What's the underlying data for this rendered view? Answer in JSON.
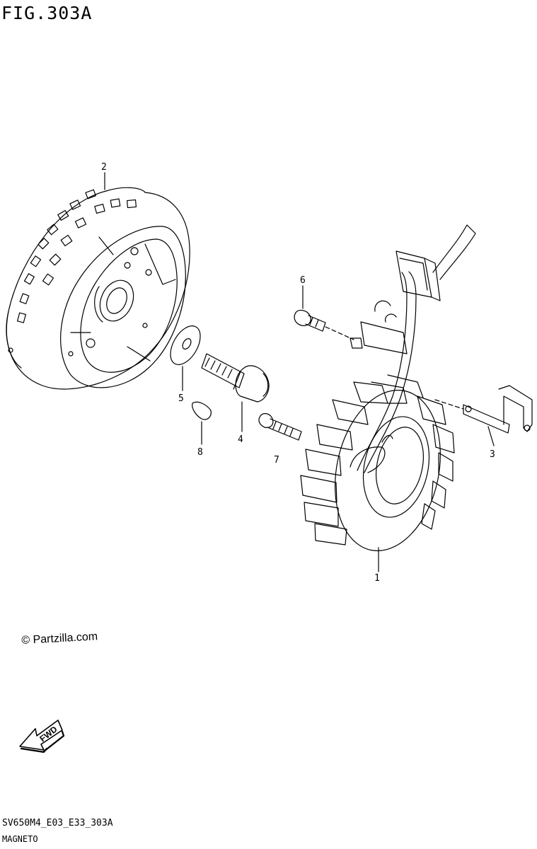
{
  "figure": {
    "title": "FIG.303A",
    "model_code": "SV650M4_E03_E33_303A",
    "assembly_name": "MAGNETO"
  },
  "watermark": "© Partzilla.com",
  "fwd_arrow_label": "FWD",
  "callouts": [
    {
      "id": "1",
      "label": "1"
    },
    {
      "id": "2",
      "label": "2"
    },
    {
      "id": "3",
      "label": "3"
    },
    {
      "id": "4",
      "label": "4"
    },
    {
      "id": "5",
      "label": "5"
    },
    {
      "id": "6",
      "label": "6"
    },
    {
      "id": "7",
      "label": "7"
    },
    {
      "id": "8",
      "label": "8"
    }
  ],
  "colors": {
    "ink": "#000000",
    "paper": "#ffffff"
  }
}
